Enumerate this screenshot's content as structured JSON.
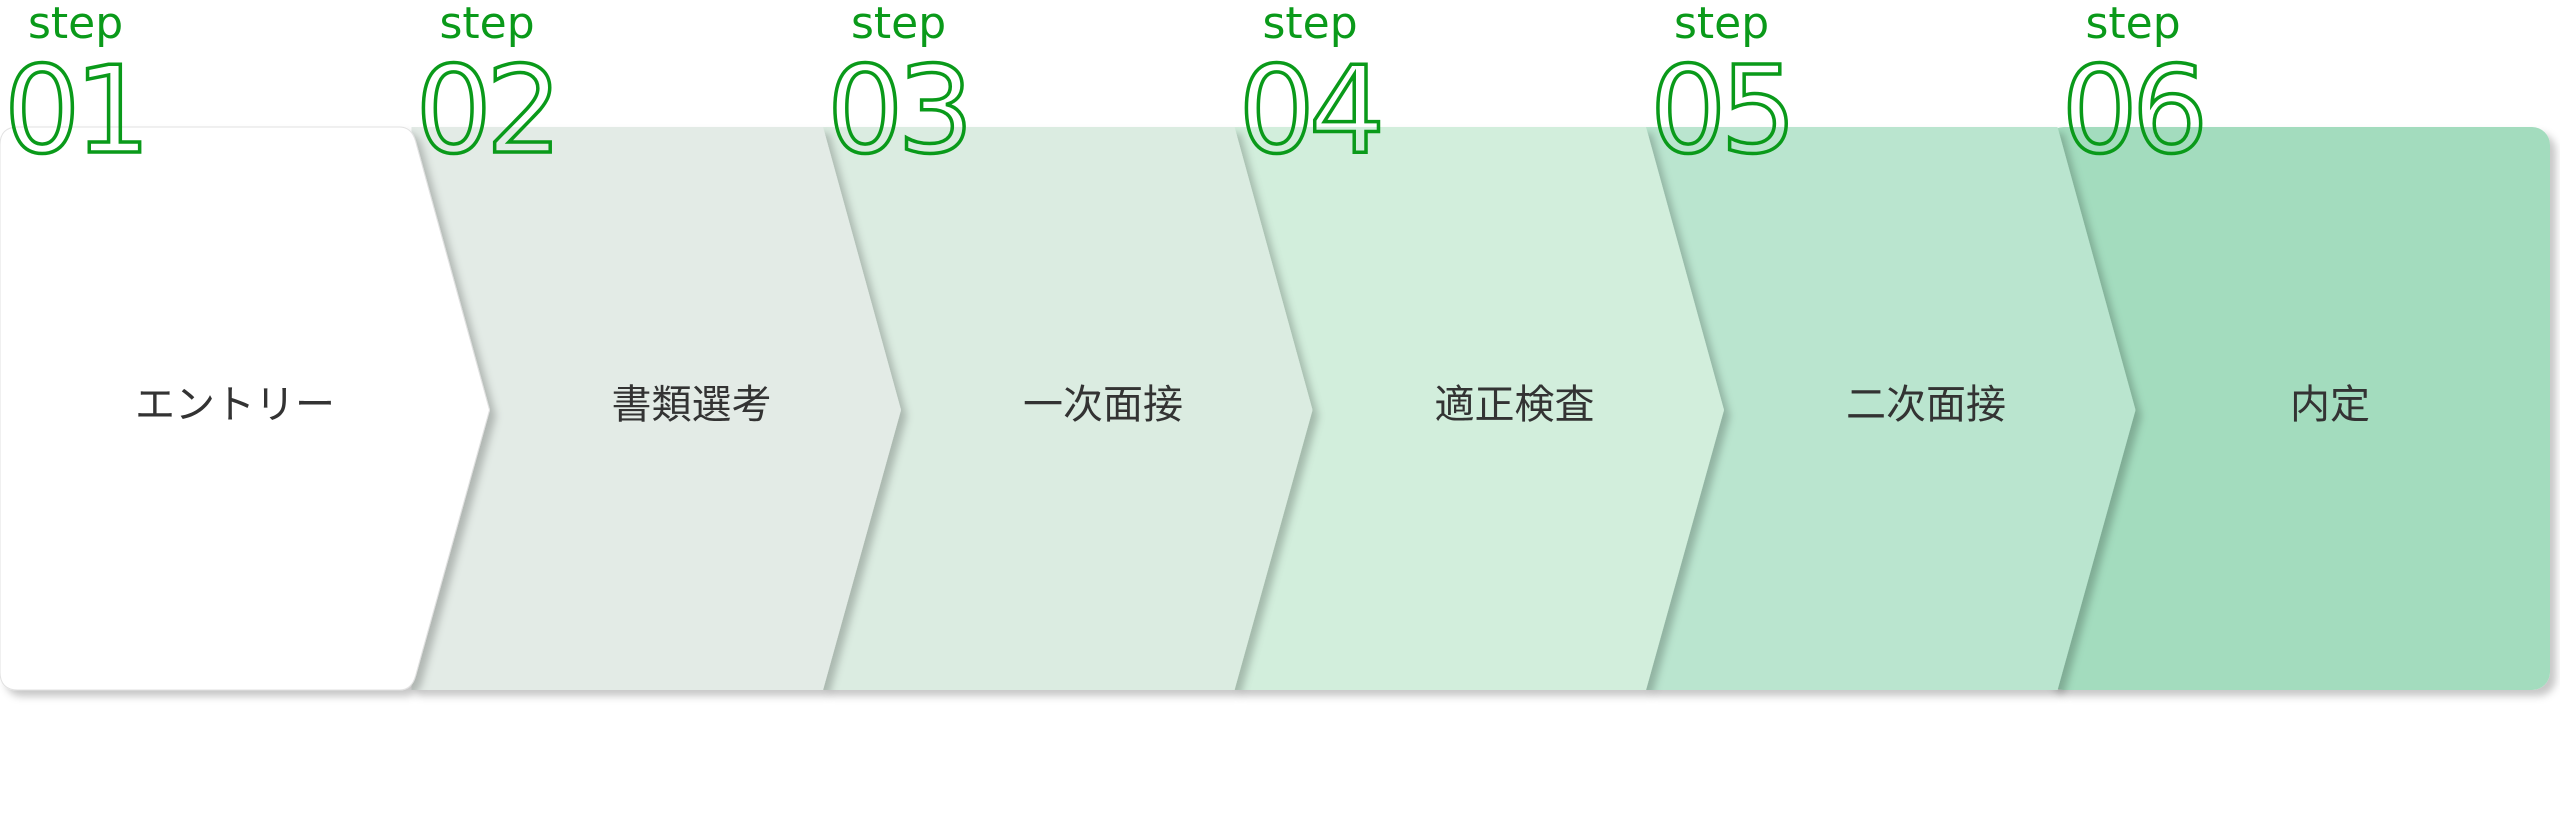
{
  "steps": [
    {
      "word": "step",
      "number": "01",
      "label": "エントリー",
      "fill": "#ffffff"
    },
    {
      "word": "step",
      "number": "02",
      "label": "書類選考",
      "fill": "#e3ebe6"
    },
    {
      "word": "step",
      "number": "03",
      "label": "一次面接",
      "fill": "#dbece1"
    },
    {
      "word": "step",
      "number": "04",
      "label": "適正検査",
      "fill": "#d2eedc"
    },
    {
      "word": "step",
      "number": "05",
      "label": "二次面接",
      "fill": "#bae5cf"
    },
    {
      "word": "step",
      "number": "06",
      "label": "内定",
      "fill": "#a3dcbe"
    }
  ],
  "colors": {
    "accent": "#0a9a1a",
    "text": "#333333"
  }
}
